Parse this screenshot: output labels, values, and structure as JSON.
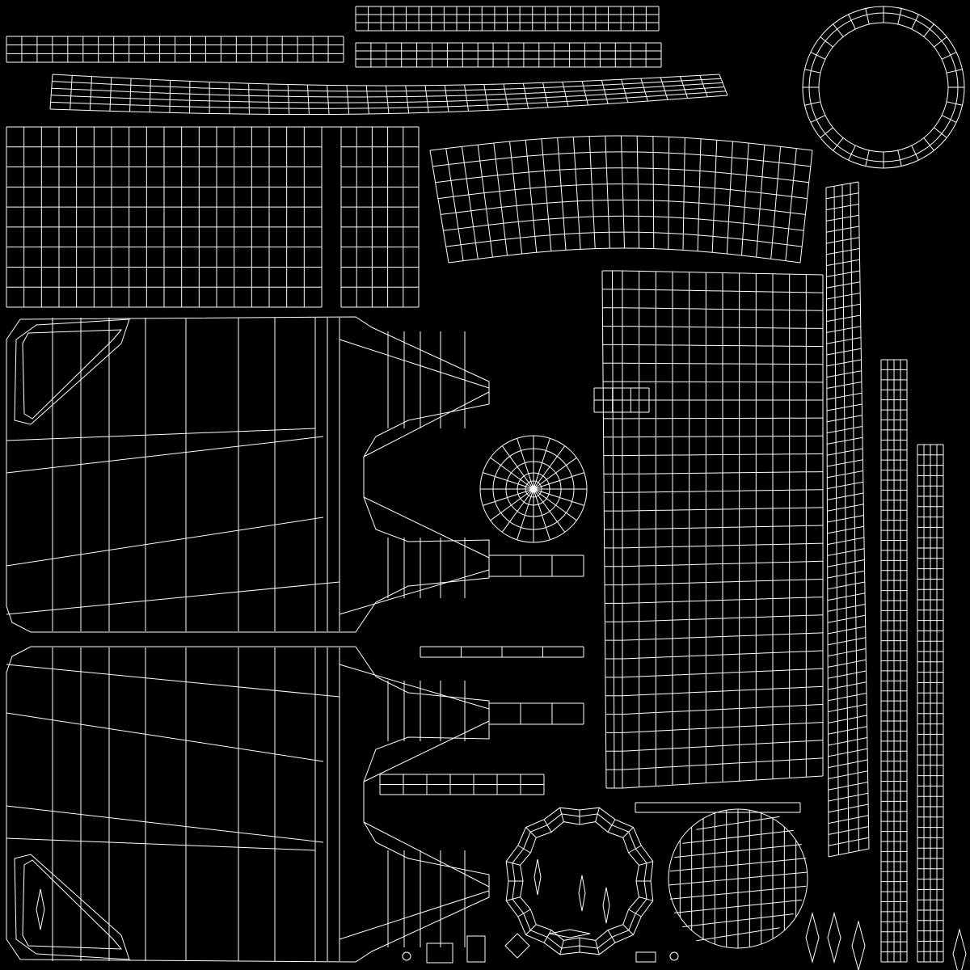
{
  "colors": {
    "background": "#000000",
    "wire": "#ffffff"
  },
  "islands": [
    {
      "id": "top-left-strip",
      "cols": 22,
      "rows": 3
    },
    {
      "id": "top-strip-a",
      "cols": 24,
      "rows": 3
    },
    {
      "id": "top-strip-b",
      "cols": 20,
      "rows": 3
    },
    {
      "id": "curved-band",
      "cols": 34,
      "rows": 5
    },
    {
      "id": "big-block",
      "cols": 24,
      "rows": 9
    },
    {
      "id": "curved-panel",
      "cols": 24,
      "rows": 7
    },
    {
      "id": "ring",
      "segments": 28
    },
    {
      "id": "vertical-curved-strip",
      "cols": 4,
      "rows": 60
    },
    {
      "id": "vertical-strip-a",
      "cols": 4,
      "rows": 60
    },
    {
      "id": "vertical-strip-b",
      "cols": 4,
      "rows": 50
    },
    {
      "id": "bottle-top"
    },
    {
      "id": "bottle-bottom"
    },
    {
      "id": "fan-disc",
      "segments": 20
    },
    {
      "id": "right-panel",
      "cols": 12,
      "rows": 28
    },
    {
      "id": "flower-ring",
      "segments": 24
    },
    {
      "id": "grid-disc",
      "cols": 12
    }
  ]
}
